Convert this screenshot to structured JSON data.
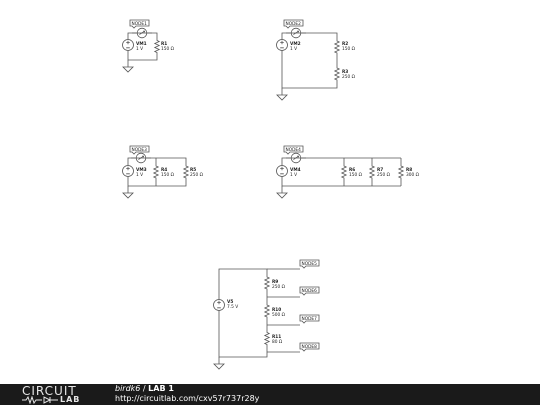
{
  "circuits": [
    {
      "node": "NODE1",
      "source": {
        "name": "VM1",
        "value": "1 V"
      },
      "resistors": [
        {
          "name": "R1",
          "value": "150 Ω"
        }
      ]
    },
    {
      "node": "NODE2",
      "source": {
        "name": "VM2",
        "value": "1 V"
      },
      "resistors": [
        {
          "name": "R2",
          "value": "150 Ω"
        },
        {
          "name": "R3",
          "value": "250 Ω"
        }
      ]
    },
    {
      "node": "NODE3",
      "source": {
        "name": "VM3",
        "value": "1 V"
      },
      "resistors": [
        {
          "name": "R4",
          "value": "150 Ω"
        },
        {
          "name": "R5",
          "value": "250 Ω"
        }
      ]
    },
    {
      "node": "NODE4",
      "source": {
        "name": "VM4",
        "value": "1 V"
      },
      "resistors": [
        {
          "name": "R6",
          "value": "150 Ω"
        },
        {
          "name": "R7",
          "value": "250 Ω"
        },
        {
          "name": "R8",
          "value": "300 Ω"
        }
      ]
    },
    {
      "nodes": [
        "NODE5",
        "NODE6",
        "NODE7",
        "NODE8"
      ],
      "source": {
        "name": "V5",
        "value": "7.5 V"
      },
      "resistors": [
        {
          "name": "R9",
          "value": "250 Ω"
        },
        {
          "name": "R10",
          "value": "500 Ω"
        },
        {
          "name": "R11",
          "value": "80 Ω"
        }
      ]
    }
  ],
  "footer": {
    "logo_top": "CIRCUIT",
    "logo_bottom": "LAB",
    "user": "birdk6",
    "separator": " / ",
    "title": "LAB 1",
    "url": "http://circuitlab.com/cxv57r737r28y"
  },
  "colors": {
    "wire": "#555555",
    "text": "#222222",
    "footer_bg": "#1a1a1a"
  }
}
